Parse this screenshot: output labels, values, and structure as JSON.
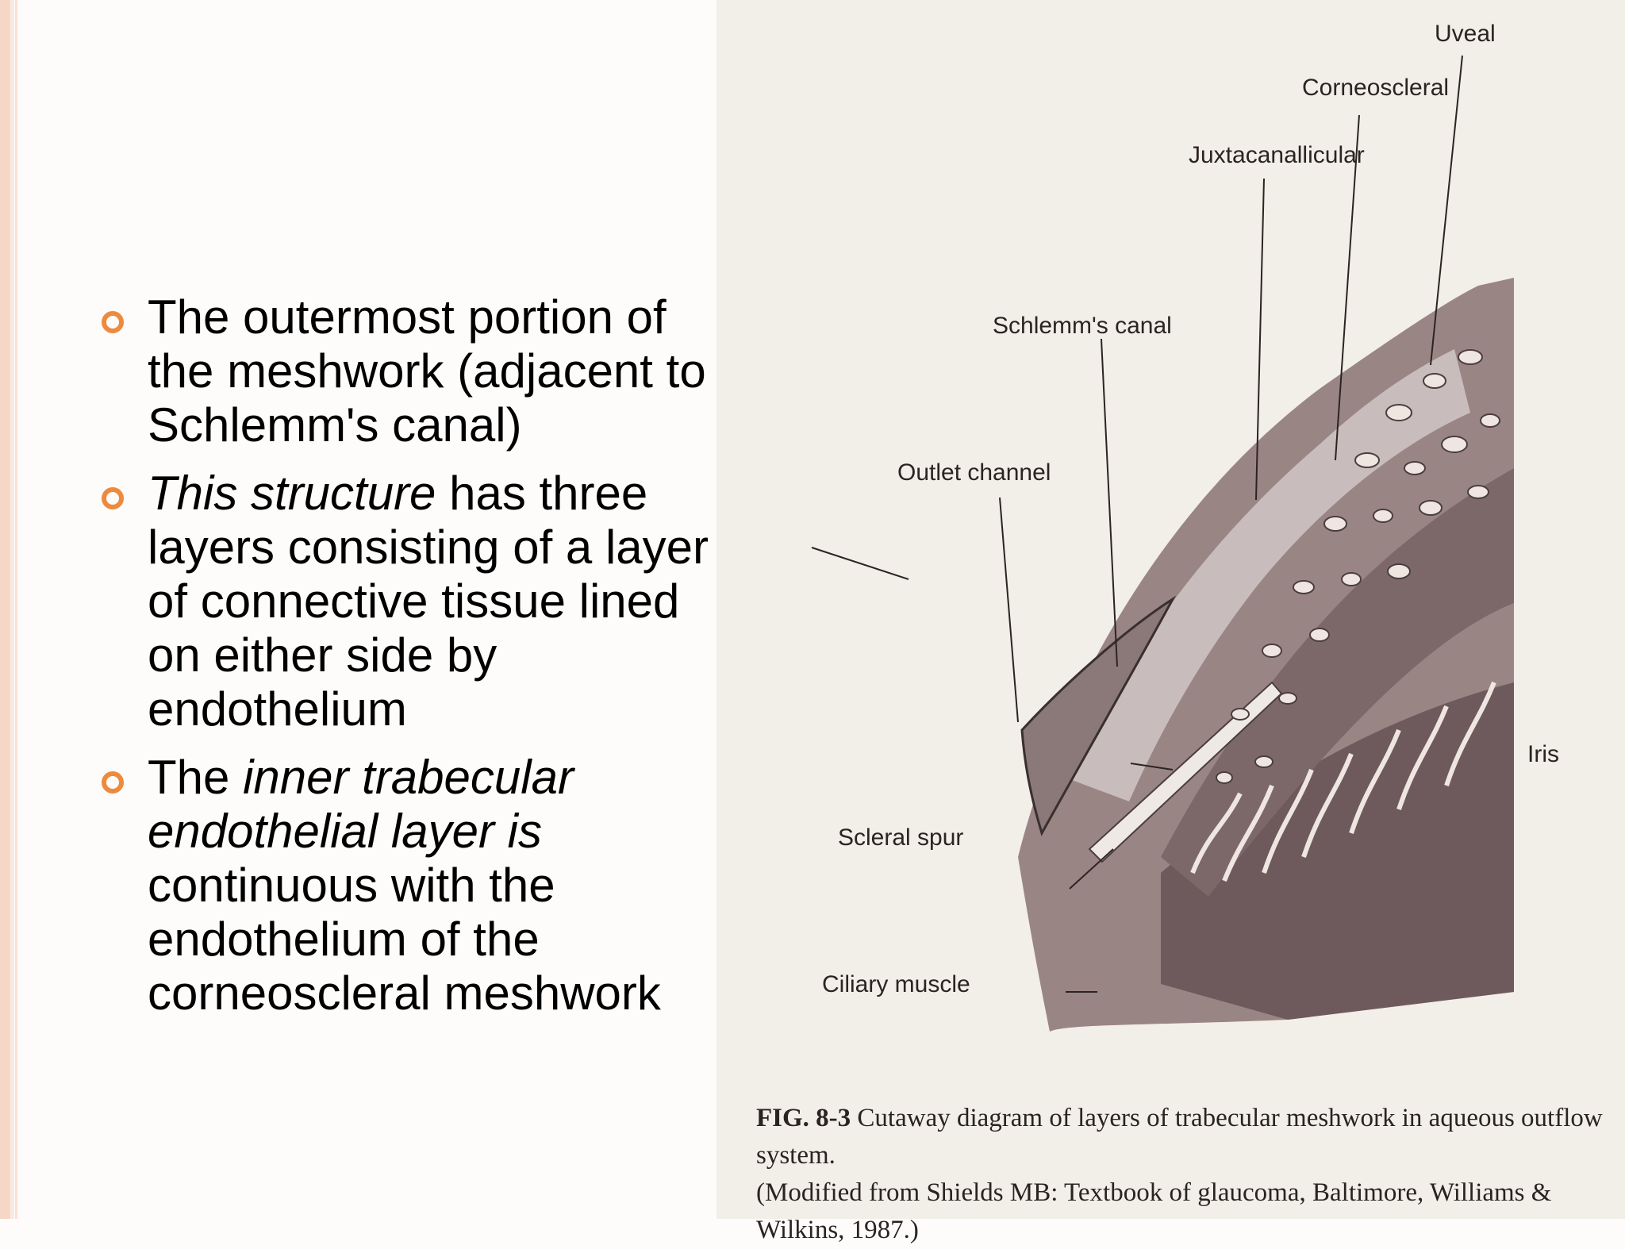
{
  "bullets": [
    {
      "parts": [
        {
          "text": "The outermost portion of the meshwork (adjacent to Schlemm's canal)",
          "italic": false
        }
      ]
    },
    {
      "parts": [
        {
          "text": "This structure",
          "italic": true
        },
        {
          "text": " has three layers consisting of a layer of connective tissue lined on either side by endothelium",
          "italic": false
        }
      ]
    },
    {
      "parts": [
        {
          "text": "The ",
          "italic": false
        },
        {
          "text": "inner trabecular endothelial layer is",
          "italic": true
        },
        {
          "text": " continuous with the endothelium of the corneoscleral meshwork",
          "italic": false
        }
      ]
    }
  ],
  "figure": {
    "labels": {
      "uveal": "Uveal",
      "corneoscleral": "Corneoscleral",
      "juxtacanalicular": "Juxtacanallicular",
      "schlemms_canal": "Schlemm's canal",
      "outlet_channel": "Outlet channel",
      "iris": "Iris",
      "scleral_spur": "Scleral spur",
      "ciliary_muscle": "Ciliary muscle"
    },
    "caption": {
      "fig_number": "FIG. 8-3",
      "line1": "Cutaway diagram of layers of trabecular meshwork in aqueous outflow system.",
      "line2": "(Modified from Shields MB: Textbook of glaucoma, Baltimore, Williams & Wilkins, 1987.)"
    }
  },
  "colors": {
    "bullet_accent": "#ee8a3d",
    "tissue_dark": "#6e5a5c",
    "tissue_mid": "#9a8585",
    "paper": "#f2eee8"
  }
}
